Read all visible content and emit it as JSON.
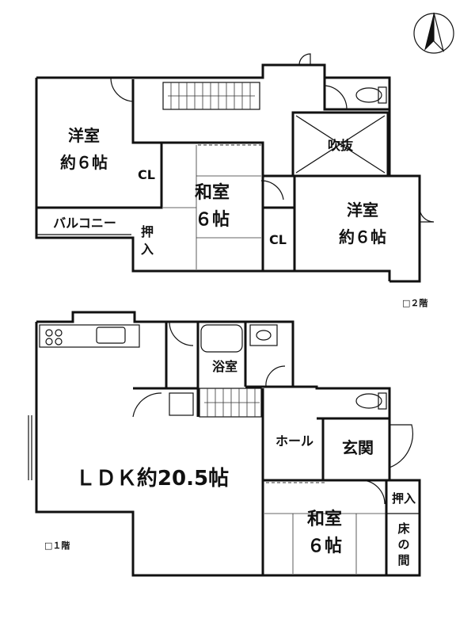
{
  "floors": {
    "second": {
      "label": "□２階",
      "rooms": {
        "western_nw_name": "洋室",
        "western_nw_size": "約６帖",
        "closet_a": "CL",
        "balcony": "バルコニー",
        "oshiire_2f": "押入",
        "japanese_2f_name": "和室",
        "japanese_2f_size": "６帖",
        "closet_b": "CL",
        "void": "吹抜",
        "western_e_name": "洋室",
        "western_e_size": "約６帖"
      }
    },
    "first": {
      "label": "□１階",
      "rooms": {
        "bath": "浴室",
        "ldk": "ＬＤＫ約20.5帖",
        "hall": "ホール",
        "entrance": "玄関",
        "oshiire_1f": "押入",
        "japanese_1f_name": "和室",
        "japanese_1f_size": "６帖",
        "tokonoma": [
          "床",
          "の",
          "間"
        ]
      }
    }
  },
  "compass": {
    "icon": "north-arrow-icon"
  }
}
